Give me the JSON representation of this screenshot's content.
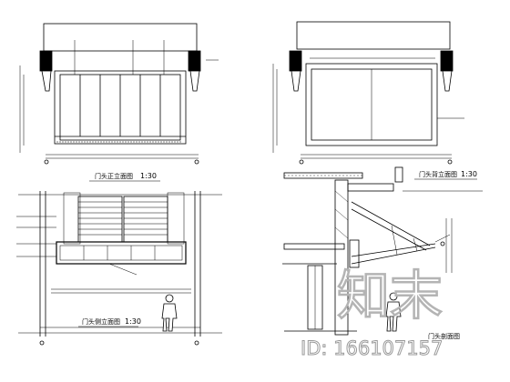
{
  "views": {
    "top_left": {
      "caption": "门头正立面图",
      "scale": "1:30"
    },
    "top_right": {
      "caption": "门头背立面图",
      "scale": "1:30"
    },
    "bottom_left": {
      "caption": "门头侧立面图",
      "scale": "1:30"
    },
    "bottom_right": {
      "caption": "门头剖面图"
    }
  },
  "watermark": {
    "logo_text": "知末",
    "id_text": "ID: 166107157"
  },
  "colors": {
    "line": "#000000",
    "background": "#ffffff",
    "watermark": "#b4b4b4"
  }
}
